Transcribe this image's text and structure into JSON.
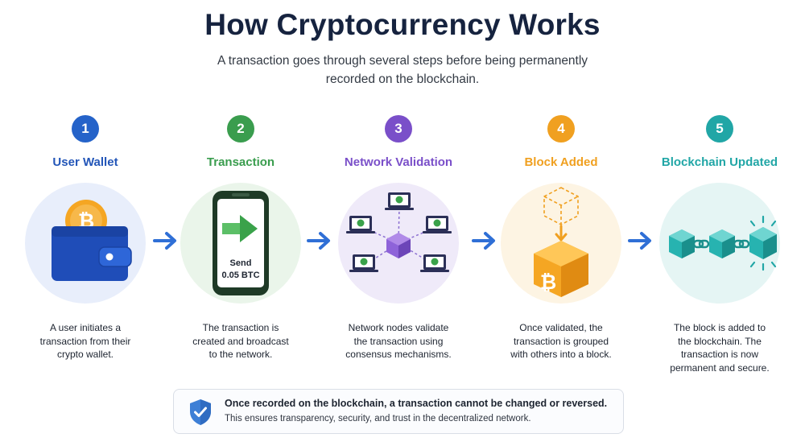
{
  "header": {
    "title": "How Cryptocurrency Works",
    "subtitle_line1": "A transaction goes through several steps before being permanently",
    "subtitle_line2": "recorded on the blockchain."
  },
  "steps": [
    {
      "number": "1",
      "label": "User Wallet",
      "color": "#2563c9",
      "desc": [
        "A user initiates a",
        "transaction from their",
        "crypto wallet."
      ],
      "icon": "wallet-icon"
    },
    {
      "number": "2",
      "label": "Transaction",
      "color": "#3a9d4e",
      "desc": [
        "The transaction is",
        "created and broadcast",
        "to the network."
      ],
      "icon": "phone-send-icon",
      "phone_line1": "Send",
      "phone_line2": "0.05 BTC"
    },
    {
      "number": "3",
      "label": "Network Validation",
      "color": "#7a4fc9",
      "desc": [
        "Network nodes validate",
        "the transaction using",
        "consensus mechanisms."
      ],
      "icon": "network-nodes-icon"
    },
    {
      "number": "4",
      "label": "Block Added",
      "color": "#f0a020",
      "desc": [
        "Once validated, the",
        "transaction is grouped",
        "with others into a block."
      ],
      "icon": "block-cube-icon"
    },
    {
      "number": "5",
      "label": "Blockchain Updated",
      "color": "#21a6a6",
      "desc": [
        "The block is added to",
        "the blockchain. The",
        "transaction is now",
        "permanent and secure."
      ],
      "icon": "chain-blocks-icon"
    }
  ],
  "footer": {
    "main": "Once recorded on the blockchain, a transaction cannot be changed or reversed.",
    "sub": "This ensures transparency, security, and trust in the decentralized network.",
    "icon": "shield-check-icon"
  },
  "colors": {
    "title": "#16233f",
    "arrow": "#2f6fd6",
    "bitcoin_orange": "#f5a623"
  }
}
